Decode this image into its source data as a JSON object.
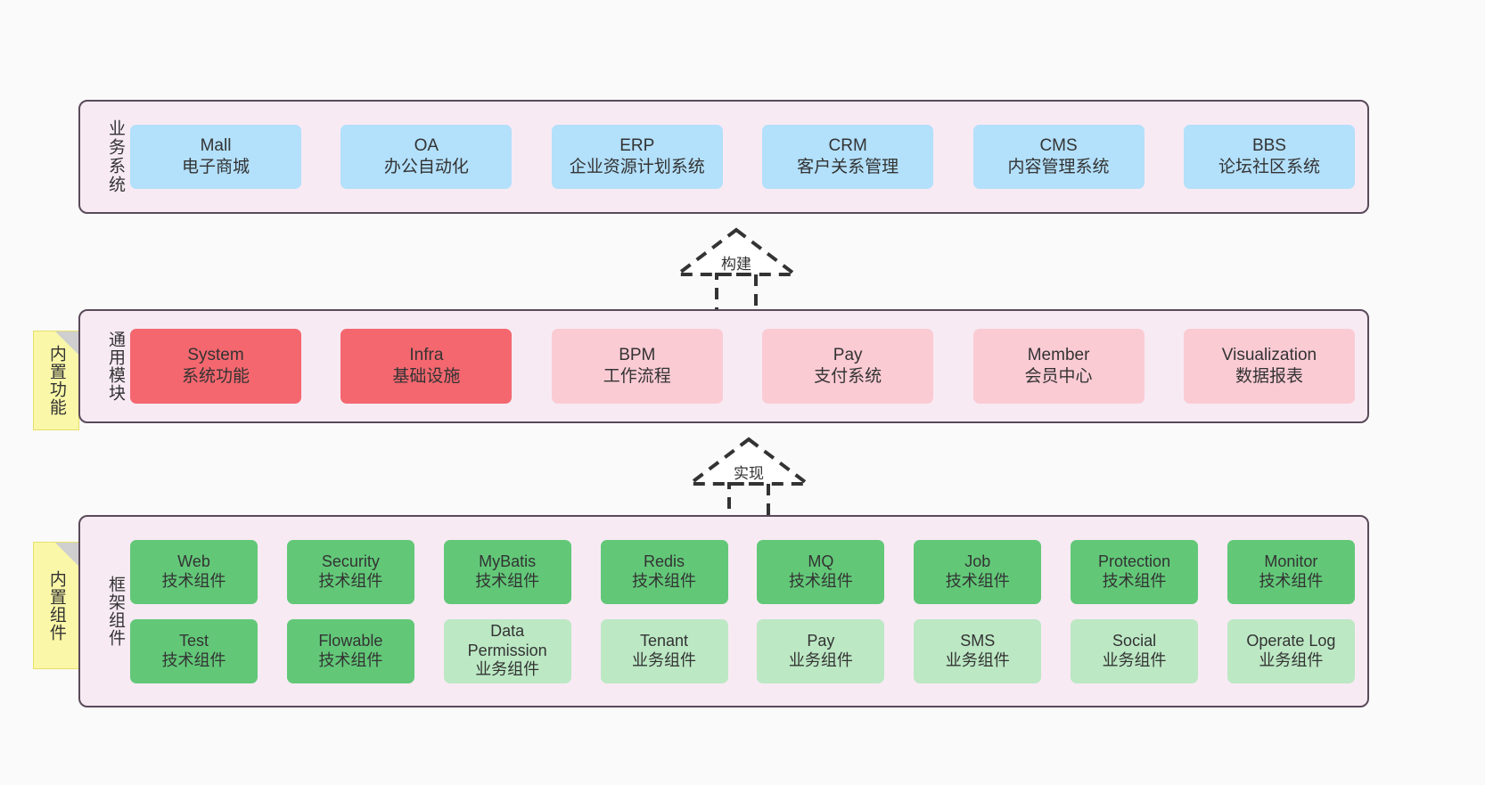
{
  "diagram": {
    "background": "#FAFAFA",
    "container_fill": "#F7EAF3",
    "container_border": "#5A4A5A"
  },
  "layers": [
    {
      "id": "business",
      "title": "业务系统",
      "node_color": "#B3E0FB",
      "nodes": [
        {
          "en": "Mall",
          "cn": "电子商城",
          "color": "#B3E0FB"
        },
        {
          "en": "OA",
          "cn": "办公自动化",
          "color": "#B3E0FB"
        },
        {
          "en": "ERP",
          "cn": "企业资源计划系统",
          "color": "#B3E0FB"
        },
        {
          "en": "CRM",
          "cn": "客户关系管理",
          "color": "#B3E0FB"
        },
        {
          "en": "CMS",
          "cn": "内容管理系统",
          "color": "#B3E0FB"
        },
        {
          "en": "BBS",
          "cn": "论坛社区系统",
          "color": "#B3E0FB"
        }
      ]
    },
    {
      "id": "common",
      "title": "通用模块",
      "sticky": "内置功能",
      "nodes": [
        {
          "en": "System",
          "cn": "系统功能",
          "color": "#F4676F",
          "style": "solid-red"
        },
        {
          "en": "Infra",
          "cn": "基础设施",
          "color": "#F4676F",
          "style": "solid-red"
        },
        {
          "en": "BPM",
          "cn": "工作流程",
          "color": "#FBCBD4",
          "style": "soft-pink"
        },
        {
          "en": "Pay",
          "cn": "支付系统",
          "color": "#FBCBD4",
          "style": "soft-pink"
        },
        {
          "en": "Member",
          "cn": "会员中心",
          "color": "#FBCBD4",
          "style": "soft-pink"
        },
        {
          "en": "Visualization",
          "cn": "数据报表",
          "color": "#FBCBD4",
          "style": "soft-pink"
        }
      ]
    },
    {
      "id": "framework",
      "title": "框架组件",
      "sticky": "内置组件",
      "rows": [
        {
          "nodes": [
            {
              "en": "Web",
              "cn": "技术组件",
              "color": "#62C878",
              "style": "tech-green"
            },
            {
              "en": "Security",
              "cn": "技术组件",
              "color": "#62C878",
              "style": "tech-green"
            },
            {
              "en": "MyBatis",
              "cn": "技术组件",
              "color": "#62C878",
              "style": "tech-green"
            },
            {
              "en": "Redis",
              "cn": "技术组件",
              "color": "#62C878",
              "style": "tech-green"
            },
            {
              "en": "MQ",
              "cn": "技术组件",
              "color": "#62C878",
              "style": "tech-green"
            },
            {
              "en": "Job",
              "cn": "技术组件",
              "color": "#62C878",
              "style": "tech-green"
            },
            {
              "en": "Protection",
              "cn": "技术组件",
              "color": "#62C878",
              "style": "tech-green"
            },
            {
              "en": "Monitor",
              "cn": "技术组件",
              "color": "#62C878",
              "style": "tech-green"
            }
          ]
        },
        {
          "nodes": [
            {
              "en": "Test",
              "cn": "技术组件",
              "color": "#62C878",
              "style": "tech-green"
            },
            {
              "en": "Flowable",
              "cn": "技术组件",
              "color": "#62C878",
              "style": "tech-green"
            },
            {
              "en": "Data Permission",
              "cn": "业务组件",
              "color": "#BCE8C4",
              "style": "biz-green"
            },
            {
              "en": "Tenant",
              "cn": "业务组件",
              "color": "#BCE8C4",
              "style": "biz-green"
            },
            {
              "en": "Pay",
              "cn": "业务组件",
              "color": "#BCE8C4",
              "style": "biz-green"
            },
            {
              "en": "SMS",
              "cn": "业务组件",
              "color": "#BCE8C4",
              "style": "biz-green"
            },
            {
              "en": "Social",
              "cn": "业务组件",
              "color": "#BCE8C4",
              "style": "biz-green"
            },
            {
              "en": "Operate Log",
              "cn": "业务组件",
              "color": "#BCE8C4",
              "style": "biz-green"
            }
          ]
        }
      ]
    }
  ],
  "connectors": [
    {
      "id": "build",
      "label": "构建",
      "from": "common",
      "to": "business"
    },
    {
      "id": "implement",
      "label": "实现",
      "from": "framework",
      "to": "common"
    }
  ]
}
